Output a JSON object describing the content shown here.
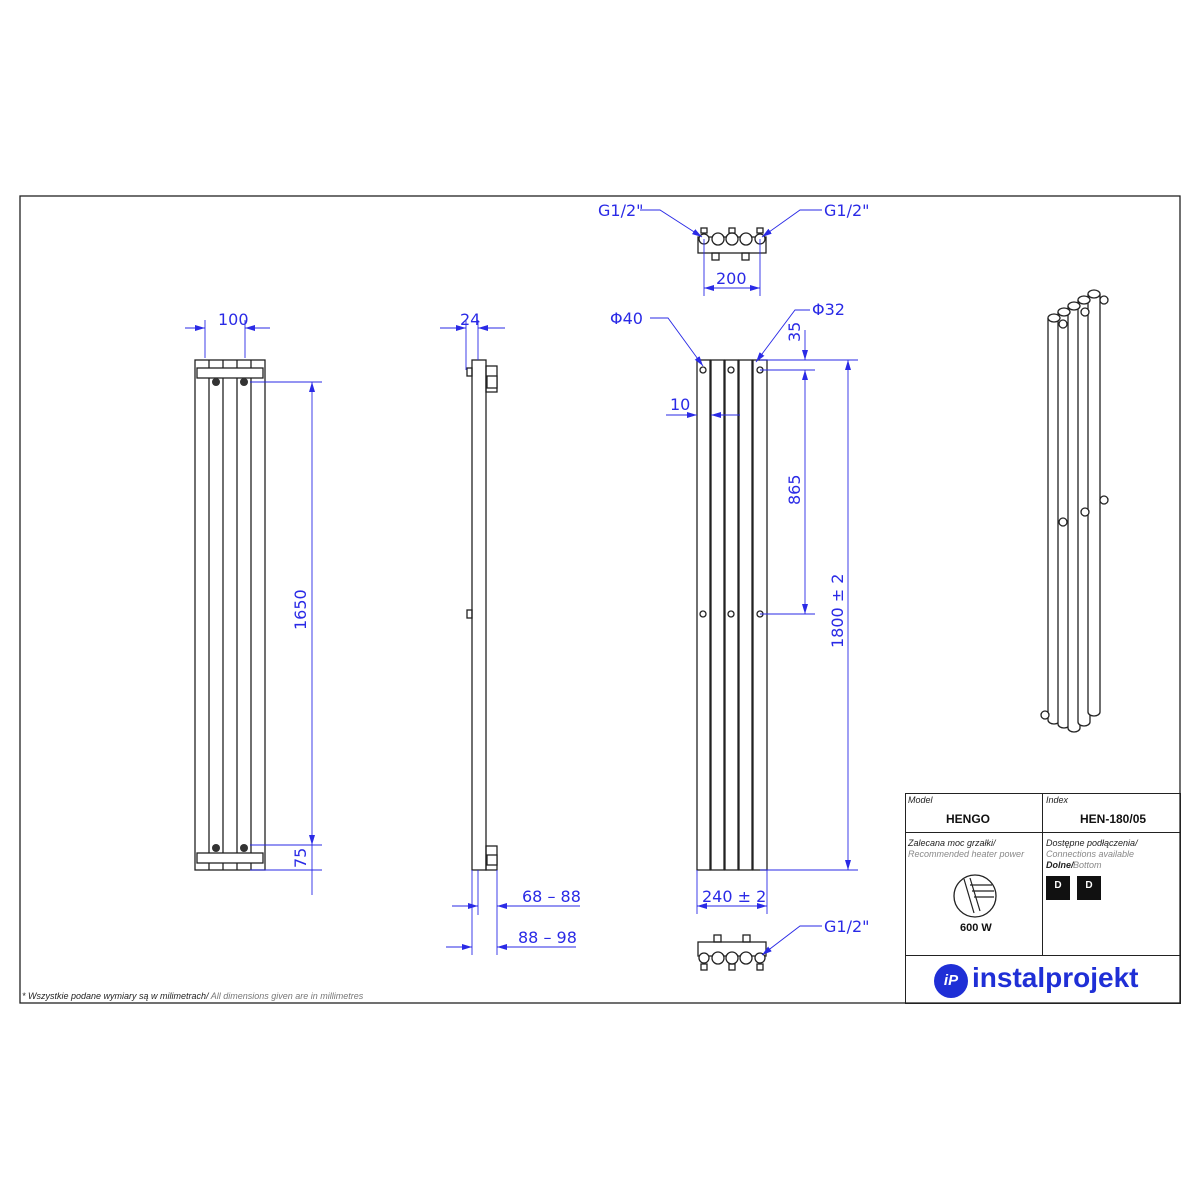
{
  "dimensions": {
    "front_width": "100",
    "front_height": "1650",
    "front_bottom": "75",
    "side_depth": "24",
    "side_range1": "68 – 88",
    "side_range2": "88 – 98",
    "top_spacing": "200",
    "thread_left": "G1/2\"",
    "thread_right": "G1/2\"",
    "thread_bottom": "G1/2\"",
    "dia_outer": "Φ40",
    "dia_inner": "Φ32",
    "top_offset": "35",
    "gap": "10",
    "mid_height": "865",
    "total_height": "1800  ± 2",
    "total_width": "240  ± 2"
  },
  "title_block": {
    "model_label": "Model",
    "model_value": "HENGO",
    "index_label": "Index",
    "index_value": "HEN-180/05",
    "power_label_pl": "Zalecana moc grzałki/",
    "power_label_en": "Recommended heater power",
    "power_value": "600 W",
    "conn_label_pl": "Dostępne podłączenia/",
    "conn_label_en": "Connections available",
    "conn_type_pl": "Dolne/",
    "conn_type_en": "Bottom",
    "conn_badge_1": "D",
    "conn_badge_2": "D",
    "brand": "instalprojekt",
    "brand_mark": "iP"
  },
  "footnote": {
    "pl": "* Wszystkie podane wymiary są w milimetrach/",
    "en": " All dimensions given are in millimetres"
  },
  "colors": {
    "dimension": "#2a2ae6",
    "brand": "#1f2fd6"
  }
}
